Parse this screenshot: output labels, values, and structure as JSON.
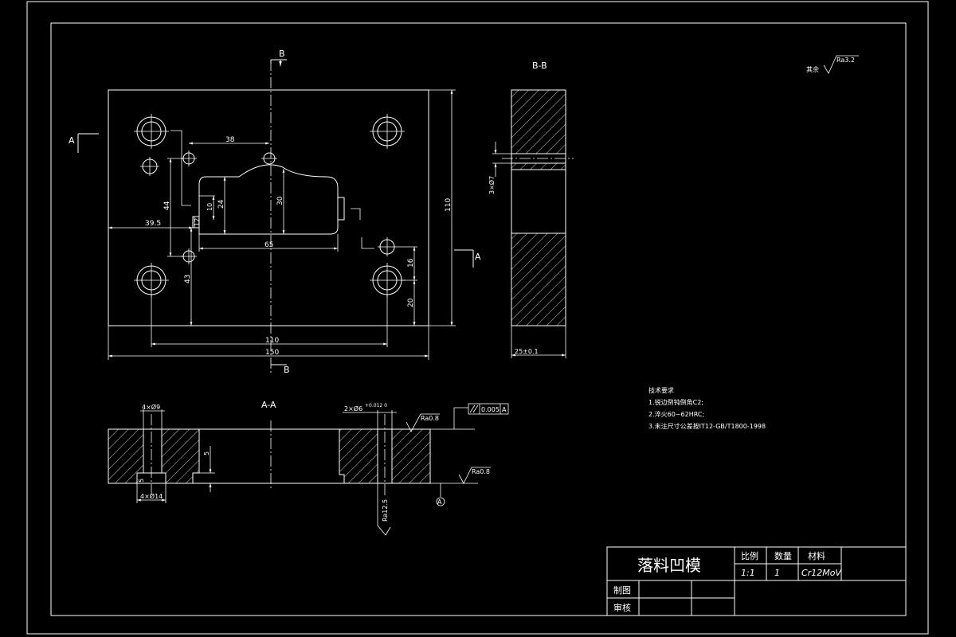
{
  "views": {
    "section_bb_title": "B-B",
    "section_aa_title": "A-A",
    "cut_a_left": "A",
    "cut_a_right": "A",
    "cut_b_top": "B",
    "cut_b_bottom": "B"
  },
  "dimensions": {
    "d38": "38",
    "d39_5": "39.5",
    "d44": "44",
    "d24": "24",
    "d10": "10",
    "d12": "12",
    "d30": "30",
    "d65": "65",
    "d43": "43",
    "d16": "16",
    "d20": "20",
    "d110_h": "110",
    "d150": "150",
    "d110_v": "110",
    "d3x7": "3×Ø7",
    "d25": "25±0.1",
    "d4x9": "4×Ø9",
    "d4x14": "4×Ø14",
    "d5a": "5",
    "d5b": "5",
    "d2x6": "2×Ø6",
    "d2x6_tol": "+0.012\n0"
  },
  "surface": {
    "ra_other": "其余",
    "ra32": "Ra3.2",
    "ra08_top": "Ra0.8",
    "ra08_bottom": "Ra0.8",
    "ra125": "Ra12.5",
    "parallel_tol": "0.005",
    "datum": "A",
    "datum_marker": "A"
  },
  "requirements": {
    "title": "技术要求",
    "items": [
      "1.锐边倒钝倒角C2;",
      "2.淬火60~62HRC;",
      "3.未注尺寸公差按IT12-GB/T1800-1998"
    ]
  },
  "title_block": {
    "part_name": "落料凹模",
    "scale_label": "比例",
    "qty_label": "数量",
    "material_label": "材料",
    "scale_value": "1:1",
    "qty_value": "1",
    "material_value": "Cr12MoV",
    "drawn_label": "制图",
    "checked_label": "审核"
  }
}
